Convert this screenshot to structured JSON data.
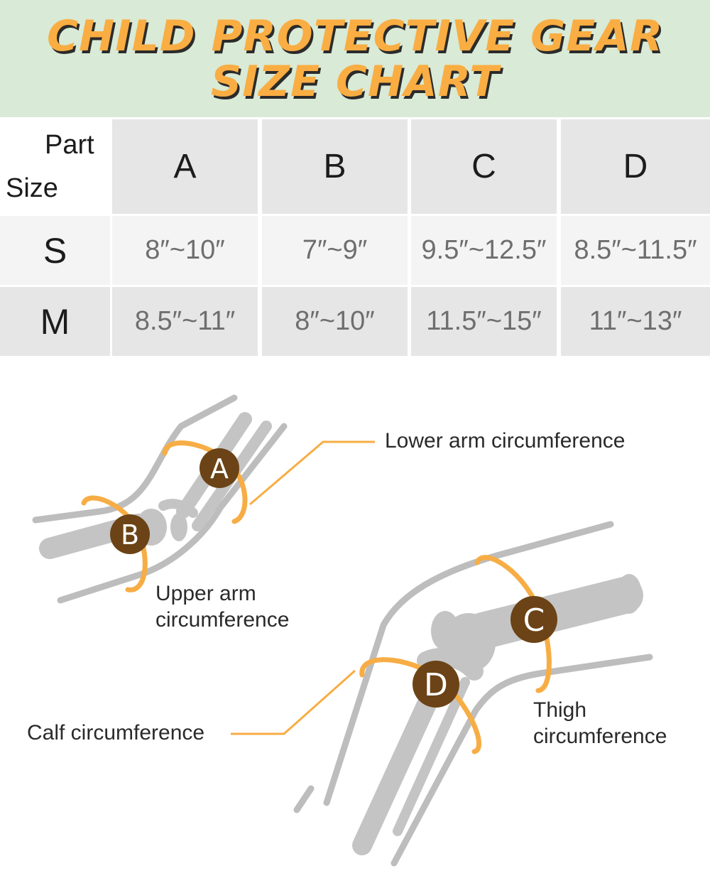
{
  "title": {
    "line1": "CHILD PROTECTIVE GEAR",
    "line2": "SIZE CHART"
  },
  "table": {
    "corner_part": "Part",
    "corner_size": "Size",
    "columns": [
      "A",
      "B",
      "C",
      "D"
    ],
    "rows": [
      {
        "size": "S",
        "values": [
          "8″~10″",
          "7″~9″",
          "9.5″~12.5″",
          "8.5″~11.5″"
        ]
      },
      {
        "size": "M",
        "values": [
          "8.5″~11″",
          "8″~10″",
          "11.5″~15″",
          "11″~13″"
        ]
      }
    ]
  },
  "diagram": {
    "labels": {
      "lower_arm": "Lower arm circumference",
      "upper_arm_1": "Upper arm",
      "upper_arm_2": "circumference",
      "calf": "Calf circumference",
      "thigh_1": "Thigh",
      "thigh_2": "circumference"
    },
    "badges": [
      "A",
      "B",
      "C",
      "D"
    ]
  },
  "colors": {
    "header_bg": "#d9ead6",
    "title": "#f9ad42",
    "accent_ring": "#f7ad45",
    "badge": "#6b4316",
    "bone": "#c4c4c4",
    "outline": "#bdbdbd"
  }
}
